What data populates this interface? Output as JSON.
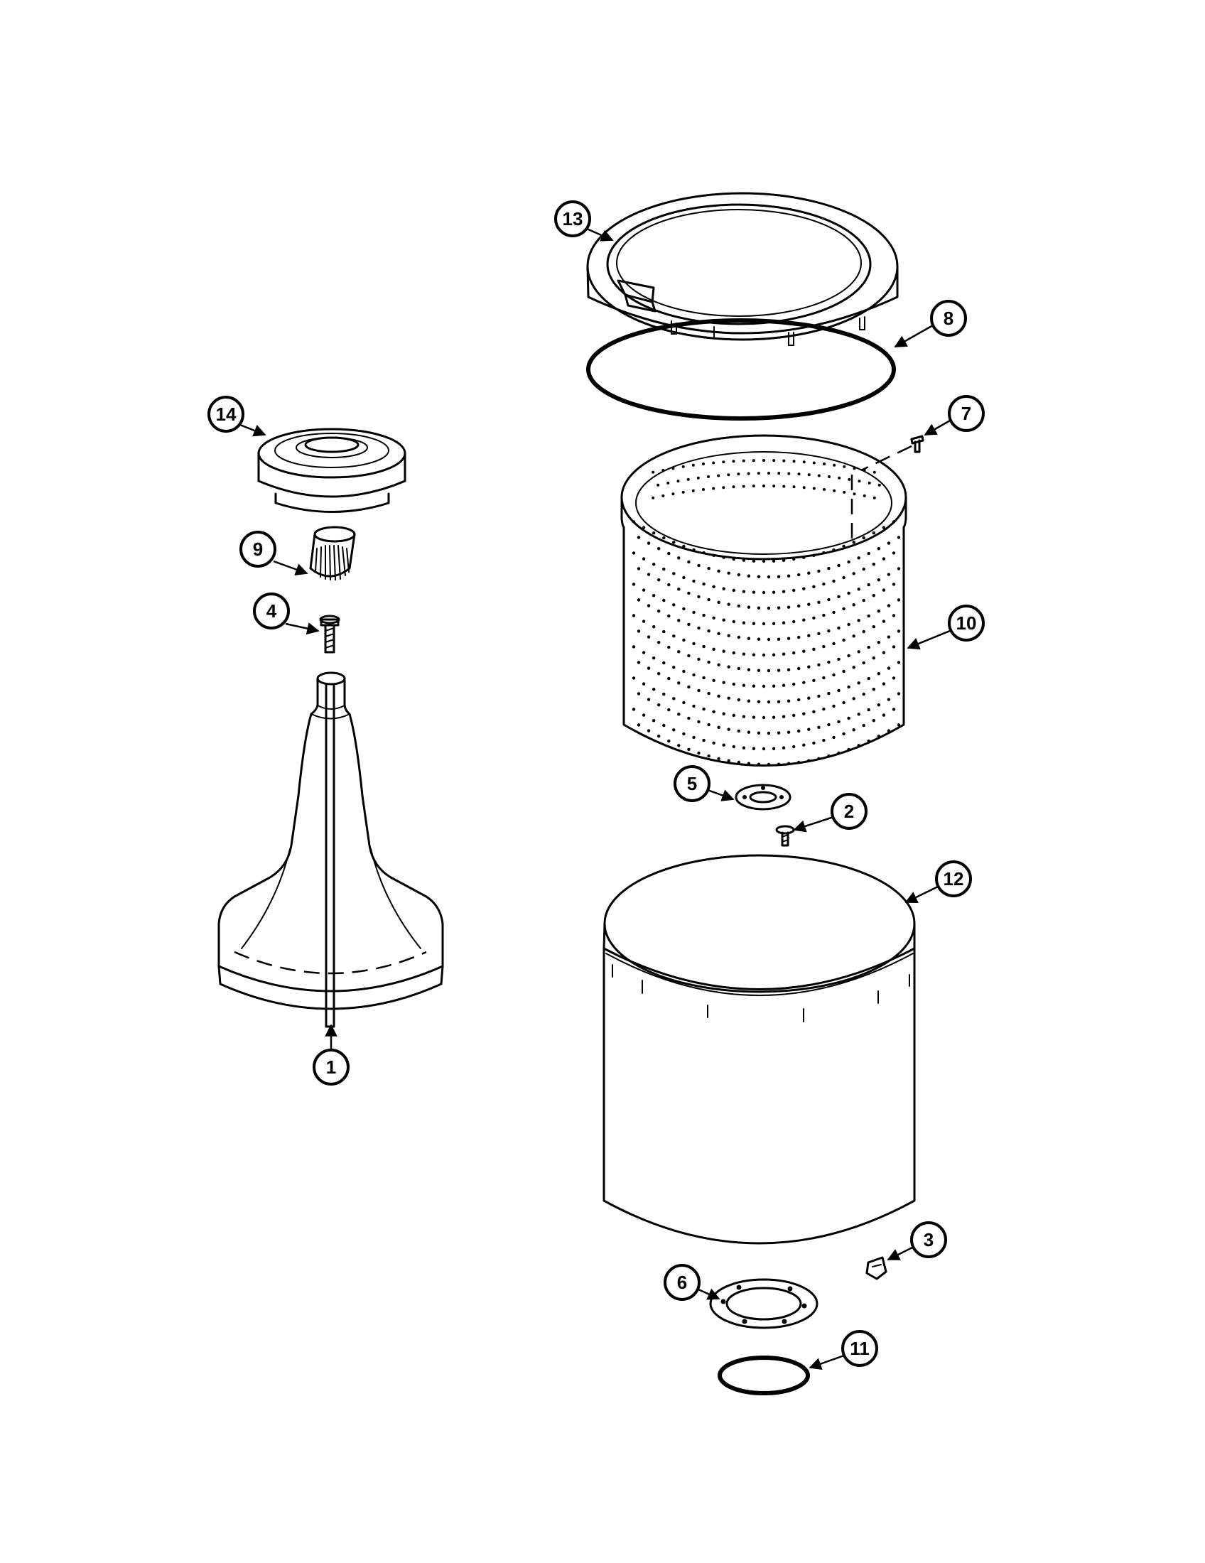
{
  "callouts": [
    {
      "id": "callout-1",
      "label": "1"
    },
    {
      "id": "callout-2",
      "label": "2"
    },
    {
      "id": "callout-3",
      "label": "3"
    },
    {
      "id": "callout-4",
      "label": "4"
    },
    {
      "id": "callout-5",
      "label": "5"
    },
    {
      "id": "callout-6",
      "label": "6"
    },
    {
      "id": "callout-7",
      "label": "7"
    },
    {
      "id": "callout-8",
      "label": "8"
    },
    {
      "id": "callout-9",
      "label": "9"
    },
    {
      "id": "callout-10",
      "label": "10"
    },
    {
      "id": "callout-11",
      "label": "11"
    },
    {
      "id": "callout-12",
      "label": "12"
    },
    {
      "id": "callout-13",
      "label": "13"
    },
    {
      "id": "callout-14",
      "label": "14"
    }
  ]
}
